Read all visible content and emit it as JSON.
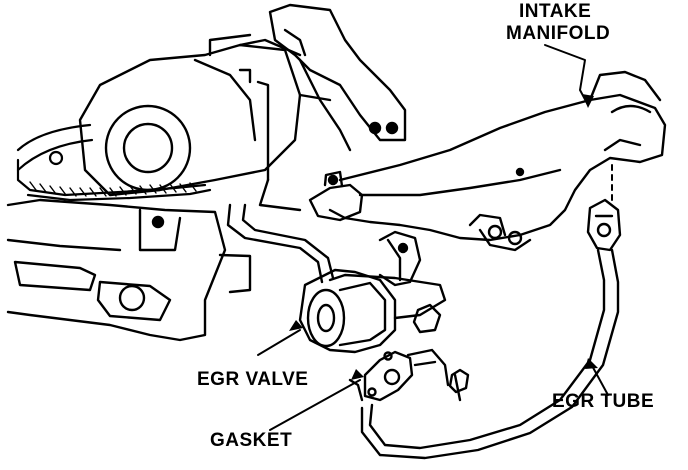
{
  "labels": {
    "intake_manifold_line1": "INTAKE",
    "intake_manifold_line2": "MANIFOLD",
    "egr_valve": "EGR VALVE",
    "egr_tube": "EGR TUBE",
    "gasket": "GASKET"
  },
  "colors": {
    "ink": "#000000",
    "paper": "#ffffff"
  }
}
